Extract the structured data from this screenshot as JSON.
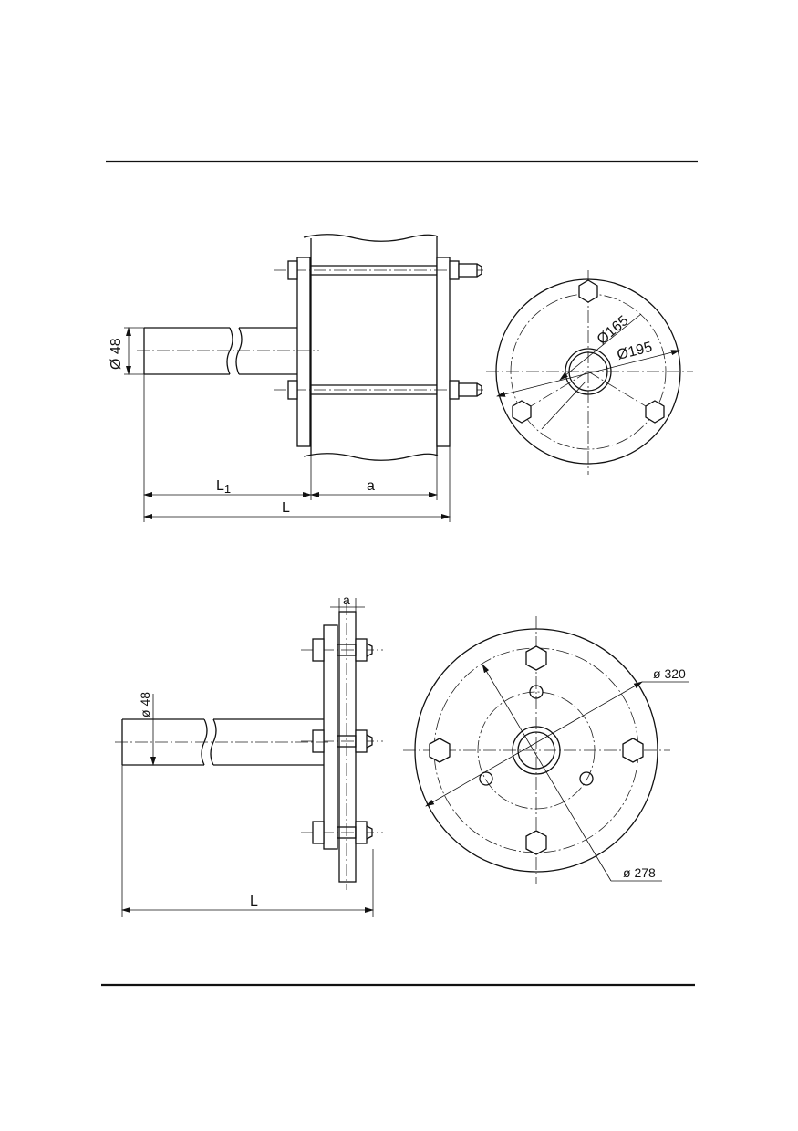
{
  "figure_top": {
    "shaft_diameter": "Ø 48",
    "dim_l1": "L",
    "dim_l1_subscript": "1",
    "dim_a": "a",
    "dim_l": "L",
    "inner_circle_diameter": "Ø165",
    "bolt_circle_diameter": "Ø195"
  },
  "figure_bottom": {
    "shaft_diameter": "ø 48",
    "dim_a": "a",
    "dim_l": "L",
    "outer_diameter": "ø 320",
    "bolt_circle_diameter": "ø 278"
  }
}
